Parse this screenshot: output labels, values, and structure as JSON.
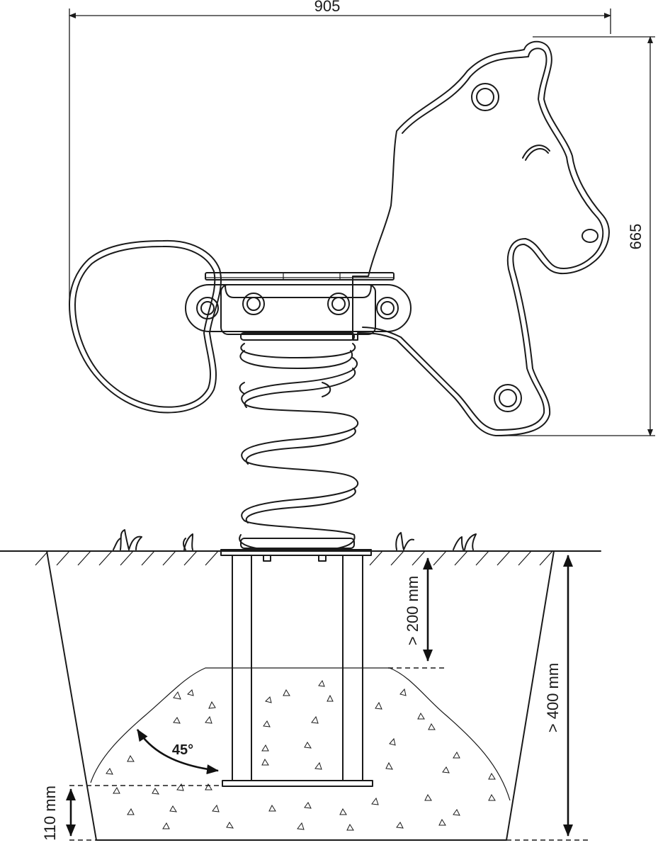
{
  "dimensions": {
    "overall_width": "905",
    "overall_height": "665",
    "min_top_depth": "> 200 mm",
    "min_total_depth": "> 400 mm",
    "base_layer": "110 mm",
    "slope_angle": "45°"
  },
  "colors": {
    "line": "#1a1a1a",
    "background": "#ffffff"
  }
}
